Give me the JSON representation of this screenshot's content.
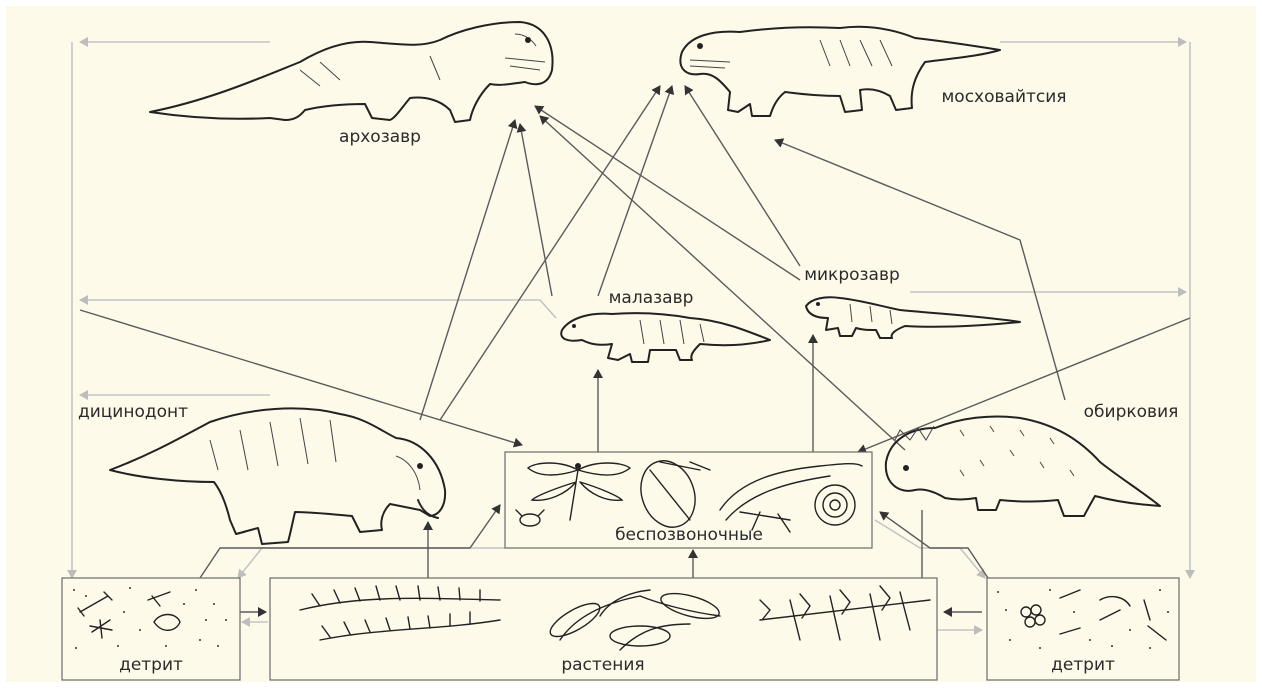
{
  "colors": {
    "background": "#fdfaea",
    "frame": "#ffffff",
    "dark_arrow": "#5b5b5b",
    "light_arrow": "#c4c4c4",
    "ink": "#222222"
  },
  "organisms": {
    "archosaur": "архозавр",
    "moschowhaitsia": "мосховайтсия",
    "malasaur": "малазавр",
    "microsaur": "микрозавр",
    "dicynodont": "дицинодонт",
    "obirkovia": "обирковия"
  },
  "boxes": {
    "invertebrates": "беспозвоночные",
    "plants": "растения",
    "detritus_left": "детрит",
    "detritus_right": "детрит"
  }
}
